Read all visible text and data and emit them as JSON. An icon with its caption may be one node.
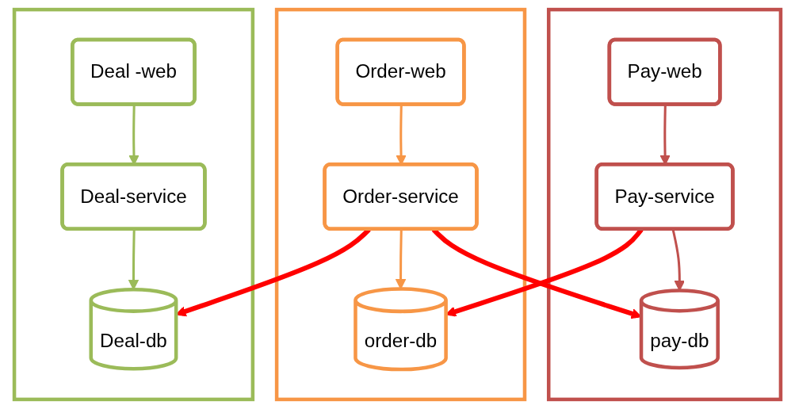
{
  "diagram": {
    "nodes": [
      {
        "text": [],
        "shape": "box"
      },
      {
        "text": [
          "Deal -web"
        ],
        "in": 0
      },
      {
        "text": [
          "Deal-service"
        ],
        "in": 0
      },
      {
        "text": [
          "Deal-db"
        ],
        "in": 0
      },
      {
        "text": [],
        "shape": "box"
      },
      {
        "text": [
          "Order-web"
        ],
        "in": 4
      },
      {
        "text": [
          "Order-service"
        ],
        "in": 4
      },
      {
        "text": [
          "order-db"
        ],
        "in": 4
      },
      {
        "text": [],
        "shape": "box"
      },
      {
        "text": [
          "Pay-web"
        ],
        "in": 8
      },
      {
        "text": [
          "Pay-service"
        ],
        "in": 8
      },
      {
        "text": [
          "pay-db"
        ],
        "in": 8
      }
    ],
    "edges": [
      {
        "from": 1,
        "to": 2,
        "arrow": "to",
        "color": "#9bbb59"
      },
      {
        "from": 2,
        "to": 3,
        "arrow": "to",
        "color": "#9bbb59"
      },
      {
        "from": 5,
        "to": 6,
        "arrow": "to",
        "color": "#f79646"
      },
      {
        "from": 6,
        "to": 7,
        "arrow": "to",
        "color": "#f79646"
      },
      {
        "from": 9,
        "to": 10,
        "arrow": "to",
        "color": "#c0504d"
      },
      {
        "from": 10,
        "to": 11,
        "arrow": "to",
        "color": "#c0504d"
      },
      {
        "from": 6,
        "to": 3,
        "arrow": "to",
        "style": "thick",
        "color": "#ff0000"
      },
      {
        "from": 6,
        "to": 11,
        "arrow": "to",
        "style": "thick",
        "color": "#ff0000"
      },
      {
        "from": 10,
        "to": 7,
        "arrow": "to",
        "style": "thick",
        "color": "#ff0000"
      }
    ]
  }
}
